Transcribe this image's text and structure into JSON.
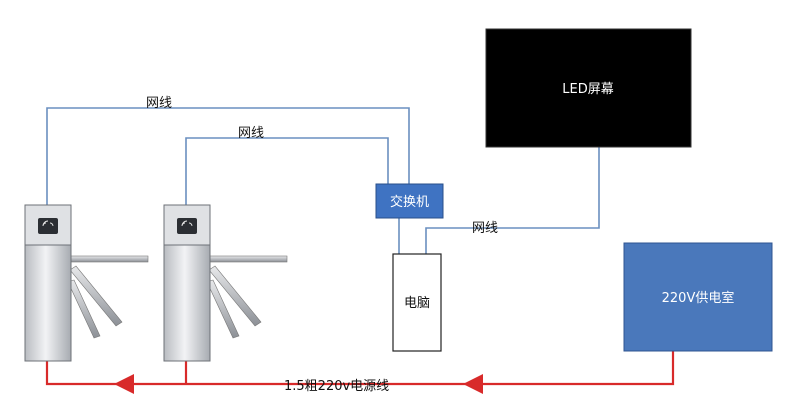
{
  "labels": {
    "led_screen": "LED屏幕",
    "switch": "交换机",
    "computer": "电脑",
    "power_room": "220V供电室",
    "network_1": "网线",
    "network_2": "网线",
    "network_3": "网线",
    "power_cable": "1.5粗220v电源线"
  },
  "colors": {
    "network_line": "#6a8fc0",
    "power_line": "#d82a2a",
    "switch_fill": "#3f73c2",
    "power_room_fill": "#4a78bb",
    "led_fill": "#000000"
  },
  "icons": {
    "card_reader": "nfc-reader-icon"
  }
}
